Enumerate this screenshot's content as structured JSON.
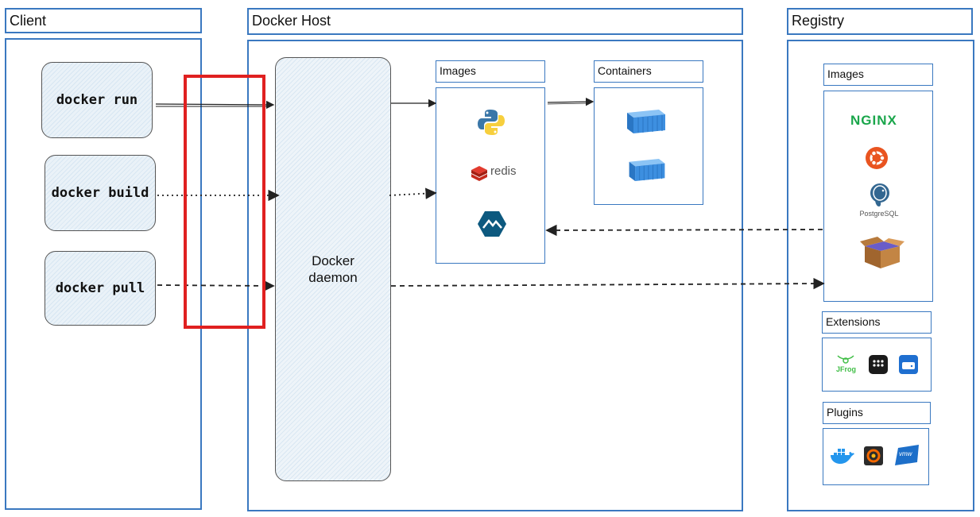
{
  "client": {
    "title": "Client",
    "commands": [
      "docker run",
      "docker build",
      "docker pull"
    ]
  },
  "host": {
    "title": "Docker Host",
    "daemon_line1": "Docker",
    "daemon_line2": "daemon",
    "images_label": "Images",
    "containers_label": "Containers",
    "redis_text": "redis"
  },
  "registry": {
    "title": "Registry",
    "images_label": "Images",
    "extensions_label": "Extensions",
    "plugins_label": "Plugins",
    "nginx_text": "NGINX",
    "postgres_text": "PostgreSQL",
    "jfrog_text": "JFrog",
    "vmw_text": "vmw"
  },
  "colors": {
    "frame": "#3a78c0",
    "highlight": "#e02020",
    "container_blue": "#3d8fe0",
    "nginx_green": "#1aa64b",
    "ubuntu_orange": "#e95420",
    "redis_red": "#d82c20",
    "docker_blue": "#2496ed"
  }
}
